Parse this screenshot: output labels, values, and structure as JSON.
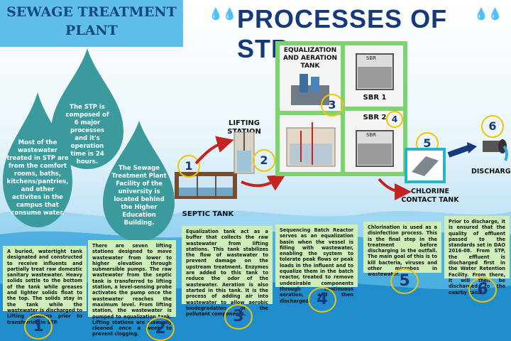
{
  "header": {
    "main_title": "SEWAGE TREATMENT PLANT",
    "processes_title": "PROCESSES OF STP"
  },
  "drops": [
    {
      "text": "The STP is composed of 6 major processes and it's operation time is 24 hours."
    },
    {
      "text": "Most of the wastewater treated in STP are from the comfort rooms, baths, kitchens/pantries, and other activites in the campus that consume water."
    },
    {
      "text": "The Sewage Treatment Plant Facility of the university is located behind the Higher Education Building."
    }
  ],
  "stages": [
    {
      "number": "1",
      "label": "SEPTIC TANK"
    },
    {
      "number": "2",
      "label": "LIFTING STATION"
    },
    {
      "number": "3",
      "label": "EQUALIZATION AND AERATION TANK"
    },
    {
      "number": "4",
      "label_a": "SBR 1",
      "label_b": "SBR 2",
      "tank_text": "SBR"
    },
    {
      "number": "5",
      "label": "CHLORINE CONTACT TANK"
    },
    {
      "number": "6",
      "label": "DISCHARGE"
    }
  ],
  "descriptions": [
    {
      "number": "1",
      "text": "A buried, watertight tank designated and constructed to receive influents and partially treat raw domestic sanitary wastewater. Heavy solids settle to the bottom of the tank while greases and lighter solids float to the top. The solids stay in the tank while the wastewater is discharged to Lifting Stations prior to transferring in STP."
    },
    {
      "number": "2",
      "text": "There are seven lifting stations designed to move wastewater from lower to higher elevation through submersible pumps. The raw wastewater from the septic tank is transferred to lifting station, a level-sensing probe activates the pump once the wastewater reaches the maximum level. From lifting station, the wastewater is pumped to equalization tank. Lifting stations are manually cleaned once a week to prevent clogging."
    },
    {
      "number": "3",
      "text": "Equalization tank act as a buffer that collects the raw wastewater from lifting stations. This tank stabilizes the flow of wastewater to prevent damage on the upstream treatment. Enzymes are added to this tank to reduce the odor of the wastewater. Aeration is also started in this tank. It is the process of adding air into wastewater to allow aerobic biodegradation of the pollutant components."
    },
    {
      "number": "4",
      "text": "Sequencing Batch Reactor serves as an equalization basin when the vessel is filling with wastewater, enabling the system to tolerate peak flows or peak loads in the influent and to equalize them in the batch reactor, treated to remove undesirable components through continuous aeration, and then discharged."
    },
    {
      "number": "5",
      "text": "Chlorination is used as a disinfection process. This is the final step in the treatment before discharging in the outfall. The main goal of this is to kill bacteria, viruses and other microbes in wastewater."
    },
    {
      "number": "6",
      "text": "Prior to discharge, it is ensured that the quality of effluent passed to the standards set in DAO 2016-08. From STP, the effluent is discharged first in the Water Retention Facility. From there, it will then be discharged to the nearby canal."
    }
  ],
  "colors": {
    "title_bg": "#5fbfe8",
    "title_text": "#15487f",
    "drop_fill": "#3b9a9c",
    "desc_bg": "#cdeeb9",
    "accent_yellow": "#f2c400",
    "arrow_red": "#c4241f",
    "green_frame": "#7dd36f"
  }
}
